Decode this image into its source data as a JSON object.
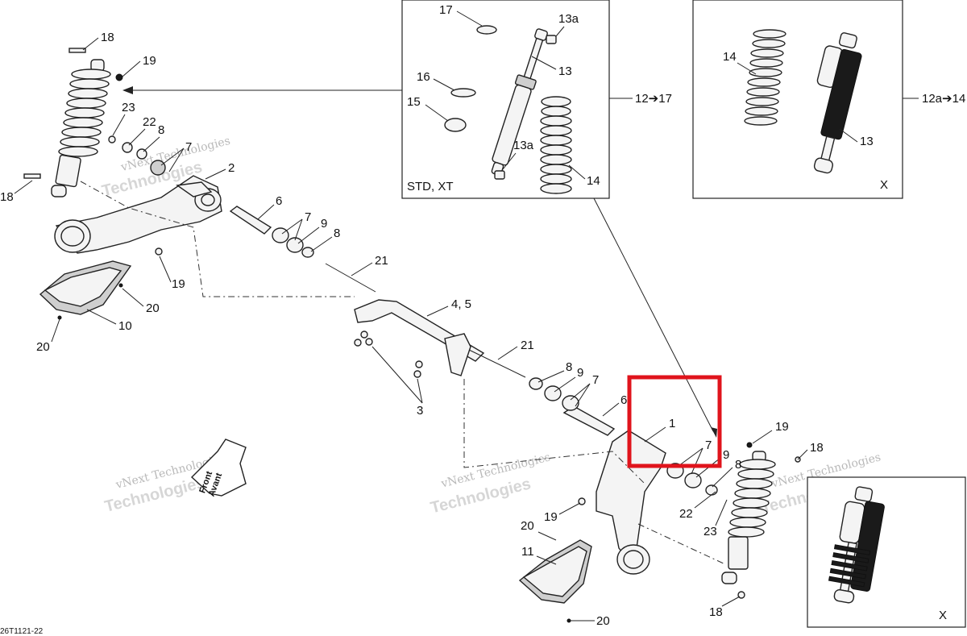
{
  "diagram": {
    "drawing_code": "26T1121-22",
    "watermark": {
      "line1": "vNext Technologies",
      "line2": "Technologies"
    },
    "front_arrow": {
      "line1": "Front",
      "line2": "Avant"
    },
    "insets": {
      "std_xt": {
        "caption": "STD, XT",
        "ref": "12➔17"
      },
      "x_top": {
        "caption": "X",
        "ref": "12a➔14"
      },
      "x_bottom": {
        "caption": "X"
      }
    },
    "callouts": {
      "c18a": "18",
      "c19a": "19",
      "c23a": "23",
      "c22a": "22",
      "c8a": "8",
      "c7a": "7",
      "c2": "2",
      "c18b": "18",
      "c6a": "6",
      "c7b": "7",
      "c9a": "9",
      "c8b": "8",
      "c19b": "19",
      "c20a": "20",
      "c10": "10",
      "c20b": "20",
      "c21a": "21",
      "c45": "4, 5",
      "c21b": "21",
      "c3": "3",
      "c8c": "8",
      "c9b": "9",
      "c7c": "7",
      "c6b": "6",
      "c1": "1",
      "c7d": "7",
      "c9c": "9",
      "c19c": "19",
      "c18c": "18",
      "c8d": "8",
      "c22b": "22",
      "c23b": "23",
      "c19d": "19",
      "c20c": "20",
      "c11": "11",
      "c20d": "20",
      "c18d": "18",
      "c17": "17",
      "c13a_1": "13a",
      "c13_1": "13",
      "c16": "16",
      "c15": "15",
      "c13a_2": "13a",
      "c14_1": "14",
      "c14_2": "14",
      "c13_2": "13"
    },
    "highlight": {
      "color": "#e0141c",
      "target_callout": "1"
    }
  }
}
